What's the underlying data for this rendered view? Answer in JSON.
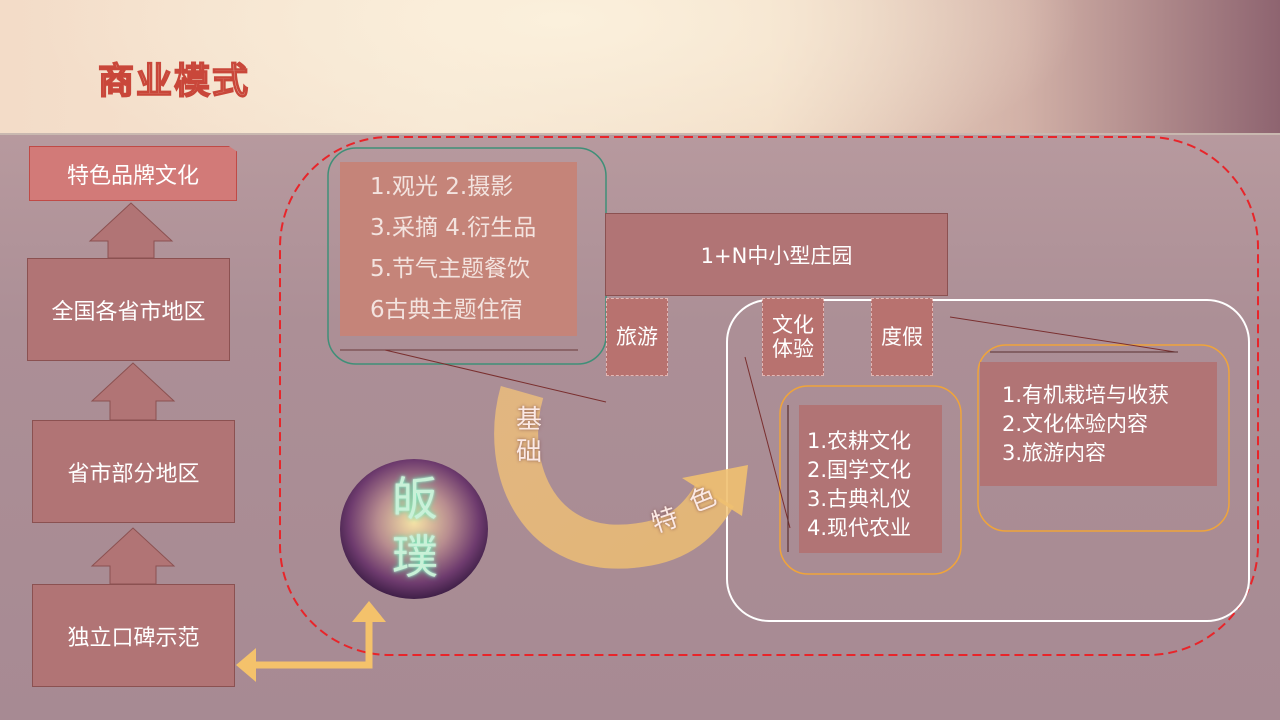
{
  "title": "商业模式",
  "hierarchy": {
    "brand": "特色品牌文化",
    "level1": "全国各省市地区",
    "level2": "省市部分地区",
    "level3": "独立口碑示范"
  },
  "center": {
    "main": "1+N中小型庄园",
    "activities": [
      "1.观光 2.摄影",
      "3.采摘 4.衍生品",
      "5.节气主题餐饮",
      "6古典主题住宿"
    ],
    "node_travel": "旅游",
    "node_culture_line1": "文化",
    "node_culture_line2": "体验",
    "node_resort": "度假",
    "culture_items": [
      "1.农耕文化",
      "2.国学文化",
      "3.古典礼仪",
      "4.现代农业"
    ],
    "resort_items": [
      "1.有机栽培与收获",
      "2.文化体验内容",
      "3.旅游内容"
    ],
    "foundation_char1": "基",
    "foundation_char2": "础",
    "feature_char1": "特",
    "feature_char2": "色",
    "logo_char1": "皈",
    "logo_char2": "璞"
  },
  "colors": {
    "dashed_border": "#e8252a",
    "box_fill": "#b17475",
    "arrow_gold": "#f4c26b"
  }
}
